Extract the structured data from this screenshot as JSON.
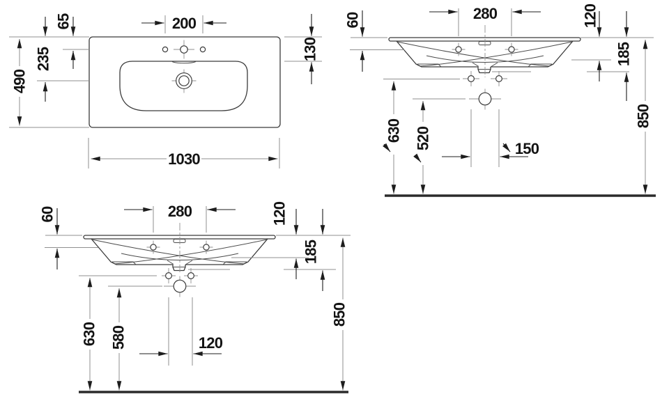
{
  "colors": {
    "background": "#ffffff",
    "object_line": "#3a3a3a",
    "dimension_line": "#8f8f8f",
    "text": "#141414",
    "floor_line": "#2b2b2b"
  },
  "plan_view": {
    "tap_spacing": "200",
    "edge_to_tap": "65",
    "edge_to_drain": "235",
    "depth": "490",
    "edge_to_bowl": "130",
    "width": "1030"
  },
  "front_view_a": {
    "tap_spacing": "280",
    "shelf_drop": "60",
    "body_depth": "120",
    "outlet_depth": "185",
    "rim_height": "850",
    "fixing_height": "630",
    "outlet_height": "520",
    "fixing_spacing": "150"
  },
  "front_view_b": {
    "tap_spacing": "280",
    "shelf_drop": "60",
    "body_depth": "120",
    "outlet_depth": "185",
    "rim_height": "850",
    "fixing_height": "630",
    "outlet_height": "580",
    "fixing_spacing": "120"
  }
}
